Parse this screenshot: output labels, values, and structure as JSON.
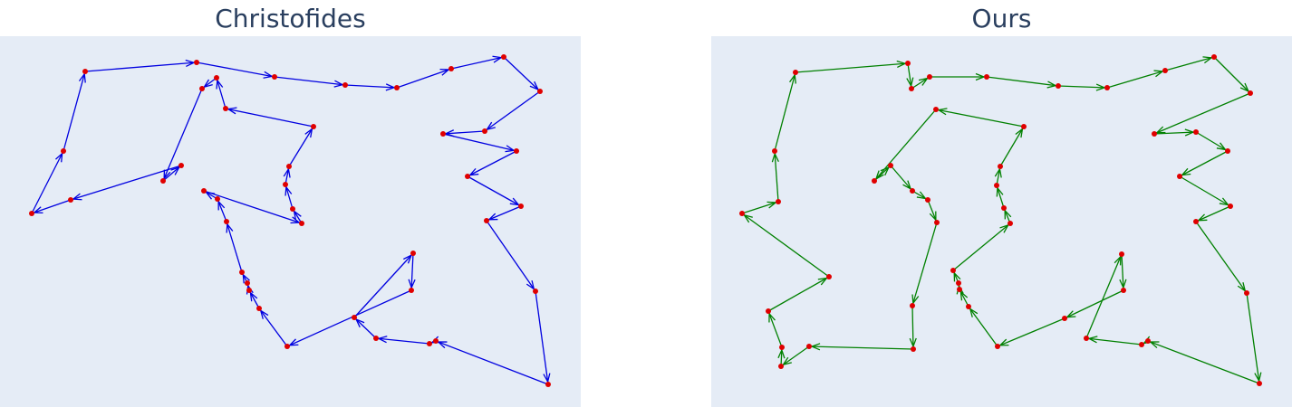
{
  "chart_data": [
    {
      "type": "line",
      "title": "Christofides",
      "line_color": "#0000e0",
      "point_color": "#e00000",
      "background": "#e5ecf6",
      "x": [
        94,
        217,
        303,
        381,
        438,
        498,
        556,
        596,
        535,
        489,
        570,
        516,
        575,
        537,
        591,
        605,
        481,
        474,
        415,
        391,
        456,
        454,
        317,
        286,
        275,
        273,
        267,
        250,
        240,
        225,
        333,
        323,
        315,
        319,
        346,
        249,
        239,
        223,
        180,
        200,
        78,
        35,
        70
      ],
      "y": [
        79,
        69,
        85,
        94,
        97,
        76,
        63,
        101,
        145,
        148,
        167,
        195,
        228,
        244,
        322,
        425,
        377,
        380,
        374,
        351,
        280,
        321,
        383,
        341,
        321,
        313,
        301,
        245,
        220,
        211,
        247,
        231,
        204,
        184,
        140,
        120,
        86,
        98,
        200,
        183,
        221,
        236,
        167
      ]
    },
    {
      "type": "line",
      "title": "Ours",
      "line_color": "#008000",
      "point_color": "#e00000",
      "background": "#e5ecf6",
      "x": [
        1002,
        1006,
        1026,
        1089,
        1168,
        1222,
        1286,
        1340,
        1380,
        1274,
        1320,
        1355,
        1302,
        1358,
        1320,
        1376,
        1390,
        1267,
        1260,
        1199,
        1238,
        1240,
        1175,
        1101,
        1069,
        1059,
        1058,
        1052,
        1115,
        1108,
        1100,
        1104,
        1130,
        1033,
        965,
        983,
        1007,
        1024,
        1034,
        1007,
        1008,
        893,
        862,
        863,
        848,
        915,
        819,
        859,
        855,
        878
      ],
      "y": [
        70,
        98,
        85,
        85,
        95,
        97,
        78,
        63,
        103,
        148,
        146,
        167,
        195,
        228,
        245,
        324,
        424,
        377,
        381,
        374,
        281,
        321,
        352,
        383,
        339,
        320,
        313,
        299,
        247,
        230,
        205,
        184,
        140,
        121,
        200,
        183,
        211,
        221,
        246,
        338,
        386,
        383,
        405,
        384,
        344,
        306,
        236,
        223,
        167,
        80
      ]
    }
  ]
}
